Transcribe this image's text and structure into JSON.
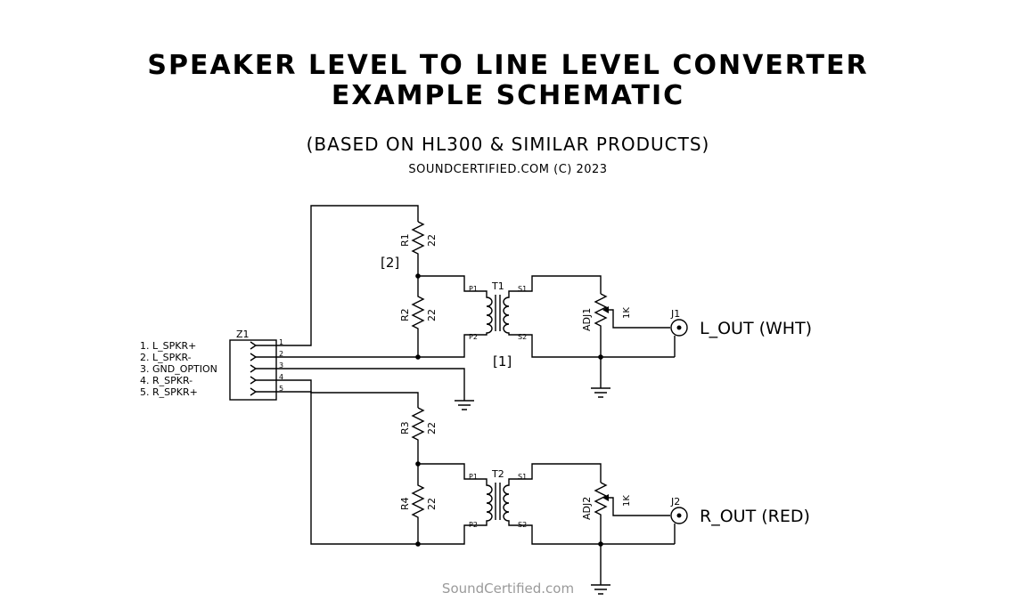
{
  "title": {
    "line1": "SPEAKER LEVEL TO LINE LEVEL CONVERTER",
    "line2": "EXAMPLE SCHEMATIC",
    "subtitle": "(BASED ON HL300 & SIMILAR PRODUCTS)",
    "credit": "SOUNDCERTIFIED.COM (C) 2023"
  },
  "watermark": "SoundCertified.com",
  "connector": {
    "ref": "Z1",
    "pin_labels": [
      "1. L_SPKR+",
      "2. L_SPKR-",
      "3. GND_OPTION",
      "4. R_SPKR-",
      "5. R_SPKR+"
    ],
    "pin_numbers": [
      "1",
      "2",
      "3",
      "4",
      "5"
    ]
  },
  "resistors": [
    {
      "ref": "R1",
      "value": "22"
    },
    {
      "ref": "R2",
      "value": "22"
    },
    {
      "ref": "R3",
      "value": "22"
    },
    {
      "ref": "R4",
      "value": "22"
    }
  ],
  "notes": {
    "note1": "[1]",
    "note2": "[2]"
  },
  "transformers": [
    {
      "ref": "T1",
      "p1": "P1",
      "p2": "P2",
      "s1": "S1",
      "s2": "S2"
    },
    {
      "ref": "T2",
      "p1": "P1",
      "p2": "P2",
      "s1": "S1",
      "s2": "S2"
    }
  ],
  "pots": [
    {
      "ref": "ADJ1",
      "value": "1K"
    },
    {
      "ref": "ADJ2",
      "value": "1K"
    }
  ],
  "jacks": [
    {
      "ref": "J1",
      "label": "L_OUT (WHT)"
    },
    {
      "ref": "J2",
      "label": "R_OUT (RED)"
    }
  ]
}
